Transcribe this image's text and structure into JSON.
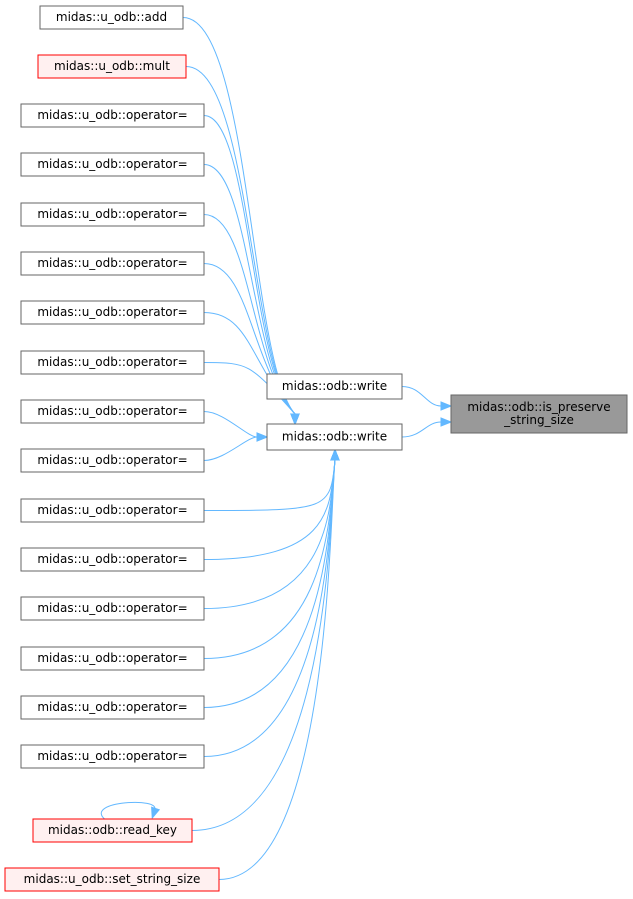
{
  "graph": {
    "colors": {
      "edge": "#63b8ff",
      "node_border": "#666666",
      "node_border_red": "#ff0000",
      "node_fill_red": "#fff0f0",
      "focus_fill": "#999999"
    },
    "nodes": [
      {
        "id": "n_add",
        "lines": [
          "midas::u_odb::add"
        ],
        "style": "normal",
        "link": true
      },
      {
        "id": "n_mult",
        "lines": [
          "midas::u_odb::mult"
        ],
        "style": "red",
        "link": true
      },
      {
        "id": "n_op1",
        "lines": [
          "midas::u_odb::operator="
        ],
        "style": "normal",
        "link": true
      },
      {
        "id": "n_op2",
        "lines": [
          "midas::u_odb::operator="
        ],
        "style": "normal",
        "link": true
      },
      {
        "id": "n_op3",
        "lines": [
          "midas::u_odb::operator="
        ],
        "style": "normal",
        "link": true
      },
      {
        "id": "n_op4",
        "lines": [
          "midas::u_odb::operator="
        ],
        "style": "normal",
        "link": true
      },
      {
        "id": "n_op5",
        "lines": [
          "midas::u_odb::operator="
        ],
        "style": "normal",
        "link": true
      },
      {
        "id": "n_op6",
        "lines": [
          "midas::u_odb::operator="
        ],
        "style": "normal",
        "link": true
      },
      {
        "id": "n_op7",
        "lines": [
          "midas::u_odb::operator="
        ],
        "style": "normal",
        "link": true
      },
      {
        "id": "n_op8",
        "lines": [
          "midas::u_odb::operator="
        ],
        "style": "normal",
        "link": true
      },
      {
        "id": "n_op9",
        "lines": [
          "midas::u_odb::operator="
        ],
        "style": "normal",
        "link": true
      },
      {
        "id": "n_op10",
        "lines": [
          "midas::u_odb::operator="
        ],
        "style": "normal",
        "link": true
      },
      {
        "id": "n_op11",
        "lines": [
          "midas::u_odb::operator="
        ],
        "style": "normal",
        "link": true
      },
      {
        "id": "n_op12",
        "lines": [
          "midas::u_odb::operator="
        ],
        "style": "normal",
        "link": true
      },
      {
        "id": "n_op13",
        "lines": [
          "midas::u_odb::operator="
        ],
        "style": "normal",
        "link": true
      },
      {
        "id": "n_op14",
        "lines": [
          "midas::u_odb::operator="
        ],
        "style": "normal",
        "link": true
      },
      {
        "id": "n_readkey",
        "lines": [
          "midas::odb::read_key"
        ],
        "style": "red",
        "link": true
      },
      {
        "id": "n_setstr",
        "lines": [
          "midas::u_odb::set_string_size"
        ],
        "style": "red",
        "link": true
      },
      {
        "id": "n_write1",
        "lines": [
          "midas::odb::write"
        ],
        "style": "normal",
        "link": true
      },
      {
        "id": "n_write2",
        "lines": [
          "midas::odb::write"
        ],
        "style": "normal",
        "link": true
      },
      {
        "id": "n_focus",
        "lines": [
          "midas::odb::is_preserve",
          "_string_size"
        ],
        "style": "focus",
        "link": false
      }
    ],
    "edges": [
      {
        "from": "n_write1",
        "to": "n_focus"
      },
      {
        "from": "n_write2",
        "to": "n_focus"
      },
      {
        "from": "n_add",
        "to": "n_write2"
      },
      {
        "from": "n_mult",
        "to": "n_write2"
      },
      {
        "from": "n_op1",
        "to": "n_write2"
      },
      {
        "from": "n_op2",
        "to": "n_write2"
      },
      {
        "from": "n_op3",
        "to": "n_write2"
      },
      {
        "from": "n_op4",
        "to": "n_write2"
      },
      {
        "from": "n_op5",
        "to": "n_write2"
      },
      {
        "from": "n_op6",
        "to": "n_write2"
      },
      {
        "from": "n_op7",
        "to": "n_write2"
      },
      {
        "from": "n_op8",
        "to": "n_write2"
      },
      {
        "from": "n_op9",
        "to": "n_write2"
      },
      {
        "from": "n_op10",
        "to": "n_write2"
      },
      {
        "from": "n_op11",
        "to": "n_write2"
      },
      {
        "from": "n_op12",
        "to": "n_write2"
      },
      {
        "from": "n_op13",
        "to": "n_write2"
      },
      {
        "from": "n_op14",
        "to": "n_write2"
      },
      {
        "from": "n_readkey",
        "to": "n_write2"
      },
      {
        "from": "n_readkey",
        "to": "n_readkey"
      },
      {
        "from": "n_setstr",
        "to": "n_write2"
      }
    ]
  }
}
